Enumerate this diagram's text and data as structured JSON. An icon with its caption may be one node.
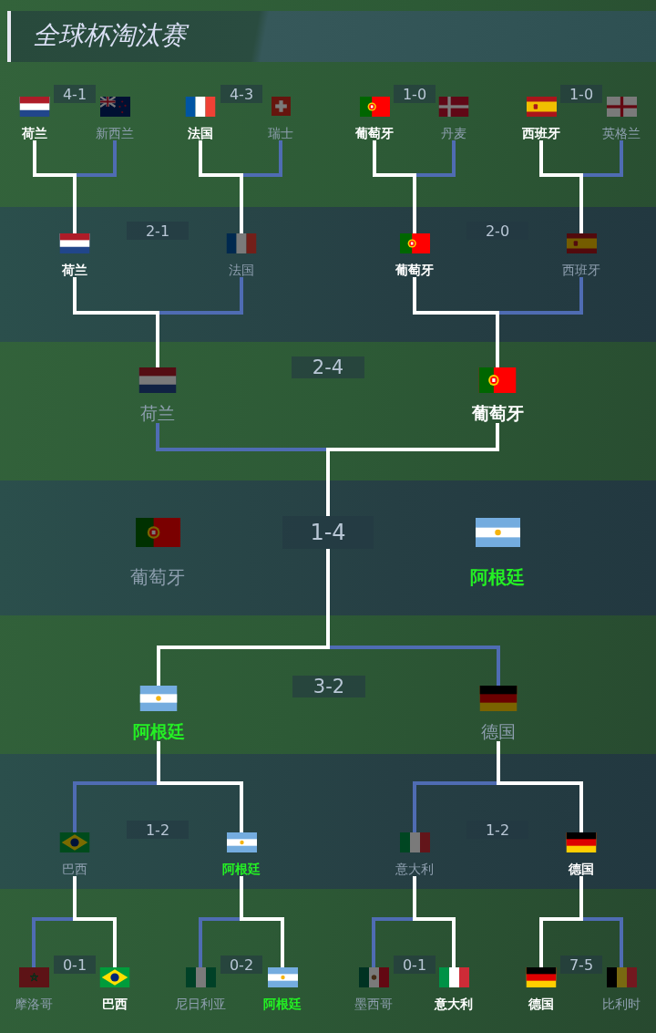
{
  "diagram": {
    "title": "全球杯淘汰赛",
    "nodes": [
      {
        "text": [
          "荷兰"
        ]
      },
      {
        "text": [
          "4-1"
        ]
      },
      {
        "text": [
          "新西兰"
        ]
      },
      {
        "text": [
          "法国"
        ]
      },
      {
        "text": [
          "4-3"
        ]
      },
      {
        "text": [
          "瑞士"
        ]
      },
      {
        "text": [
          "葡萄牙"
        ]
      },
      {
        "text": [
          "1-0"
        ]
      },
      {
        "text": [
          "丹麦"
        ]
      },
      {
        "text": [
          "西班牙"
        ]
      },
      {
        "text": [
          "1-0"
        ]
      },
      {
        "text": [
          "英格兰"
        ]
      },
      {
        "text": [
          "荷兰"
        ]
      },
      {
        "text": [
          "2-1"
        ]
      },
      {
        "text": [
          "法国"
        ]
      },
      {
        "text": [
          "葡萄牙"
        ]
      },
      {
        "text": [
          "2-0"
        ]
      },
      {
        "text": [
          "西班牙"
        ]
      },
      {
        "text": [
          "荷兰"
        ]
      },
      {
        "text": [
          "2-4"
        ]
      },
      {
        "text": [
          "葡萄牙"
        ]
      },
      {
        "text": [
          "葡萄牙"
        ]
      },
      {
        "text": [
          "1-4"
        ]
      },
      {
        "text": [
          "阿根廷"
        ]
      },
      {
        "text": [
          "阿根廷"
        ]
      },
      {
        "text": [
          "3-2"
        ]
      },
      {
        "text": [
          "德国"
        ]
      },
      {
        "text": [
          "巴西"
        ]
      },
      {
        "text": [
          "1-2"
        ]
      },
      {
        "text": [
          "阿根廷"
        ]
      },
      {
        "text": [
          "意大利"
        ]
      },
      {
        "text": [
          "1-2"
        ]
      },
      {
        "text": [
          "德国"
        ]
      },
      {
        "text": [
          "摩洛哥"
        ]
      },
      {
        "text": [
          "0-1"
        ]
      },
      {
        "text": [
          "巴西"
        ]
      },
      {
        "text": [
          "尼日利亚"
        ]
      },
      {
        "text": [
          "0-2"
        ]
      },
      {
        "text": [
          "阿根廷"
        ]
      },
      {
        "text": [
          "墨西哥"
        ]
      },
      {
        "text": [
          "0-1"
        ]
      },
      {
        "text": [
          "意大利"
        ]
      },
      {
        "text": [
          "德国"
        ]
      },
      {
        "text": [
          "7-5"
        ]
      },
      {
        "text": [
          "比利时"
        ]
      }
    ],
    "edges": [
      {
        "from": 0,
        "to": 12,
        "arrow": "none",
        "color": "#ffffff"
      },
      {
        "from": 2,
        "to": 12,
        "arrow": "none",
        "color": "#4f6cb3"
      },
      {
        "from": 3,
        "to": 14,
        "arrow": "none",
        "color": "#ffffff"
      },
      {
        "from": 5,
        "to": 14,
        "arrow": "none",
        "color": "#4f6cb3"
      },
      {
        "from": 6,
        "to": 15,
        "arrow": "none",
        "color": "#ffffff"
      },
      {
        "from": 8,
        "to": 15,
        "arrow": "none",
        "color": "#4f6cb3"
      },
      {
        "from": 9,
        "to": 17,
        "arrow": "none",
        "color": "#ffffff"
      },
      {
        "from": 11,
        "to": 17,
        "arrow": "none",
        "color": "#4f6cb3"
      },
      {
        "from": 12,
        "to": 18,
        "arrow": "none",
        "color": "#ffffff"
      },
      {
        "from": 14,
        "to": 18,
        "arrow": "none",
        "color": "#4f6cb3"
      },
      {
        "from": 15,
        "to": 20,
        "arrow": "none",
        "color": "#ffffff"
      },
      {
        "from": 17,
        "to": 20,
        "arrow": "none",
        "color": "#4f6cb3"
      },
      {
        "from": 18,
        "to": 22,
        "arrow": "none",
        "color": "#4f6cb3"
      },
      {
        "from": 20,
        "to": 22,
        "arrow": "none",
        "color": "#ffffff"
      },
      {
        "from": 24,
        "to": 22,
        "arrow": "none",
        "color": "#ffffff"
      },
      {
        "from": 26,
        "to": 22,
        "arrow": "none",
        "color": "#4f6cb3"
      },
      {
        "from": 27,
        "to": 24,
        "arrow": "none",
        "color": "#4f6cb3"
      },
      {
        "from": 29,
        "to": 24,
        "arrow": "none",
        "color": "#ffffff"
      },
      {
        "from": 30,
        "to": 26,
        "arrow": "none",
        "color": "#4f6cb3"
      },
      {
        "from": 32,
        "to": 26,
        "arrow": "none",
        "color": "#ffffff"
      },
      {
        "from": 33,
        "to": 27,
        "arrow": "none",
        "color": "#4f6cb3"
      },
      {
        "from": 35,
        "to": 27,
        "arrow": "none",
        "color": "#ffffff"
      },
      {
        "from": 36,
        "to": 29,
        "arrow": "none",
        "color": "#4f6cb3"
      },
      {
        "from": 38,
        "to": 29,
        "arrow": "none",
        "color": "#ffffff"
      },
      {
        "from": 39,
        "to": 30,
        "arrow": "none",
        "color": "#4f6cb3"
      },
      {
        "from": 41,
        "to": 30,
        "arrow": "none",
        "color": "#ffffff"
      },
      {
        "from": 42,
        "to": 32,
        "arrow": "none",
        "color": "#ffffff"
      },
      {
        "from": 44,
        "to": 32,
        "arrow": "none",
        "color": "#4f6cb3"
      }
    ]
  }
}
